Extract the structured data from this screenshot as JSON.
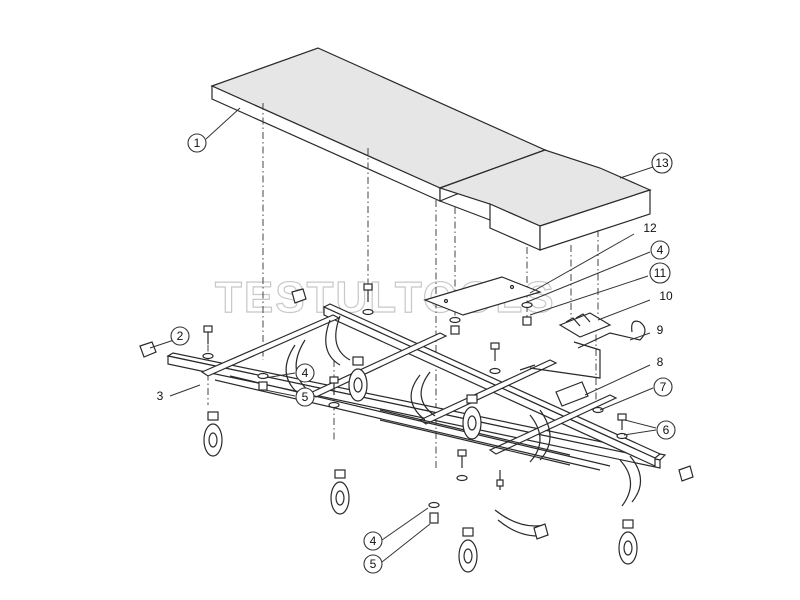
{
  "watermark": "TESTULTOOLS",
  "callouts": {
    "c1": "1",
    "c2": "2",
    "c3": "3",
    "c4a": "4",
    "c4b": "4",
    "c4c": "4",
    "c5a": "5",
    "c5b": "5",
    "c6": "6",
    "c7": "7",
    "c8": "8",
    "c9": "9",
    "c10": "10",
    "c11": "11",
    "c12": "12",
    "c13": "13"
  }
}
